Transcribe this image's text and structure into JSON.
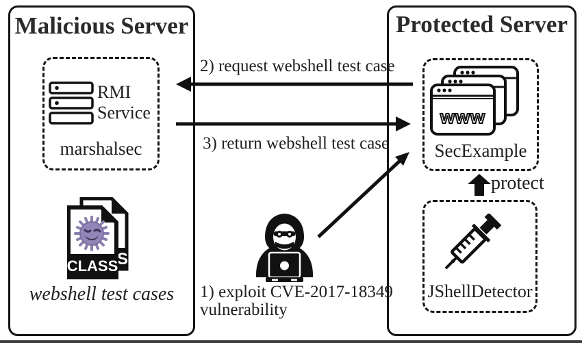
{
  "malicious_server": {
    "title": "Malicious Server",
    "rmi_component": {
      "icon": "server-stack-icon",
      "label": "RMI\nService",
      "name": "marshalsec"
    },
    "payloads": {
      "icon": "virus-class-file-icon",
      "file_label": "CLASS",
      "back_file_label": "S",
      "caption": "webshell test cases"
    }
  },
  "protected_server": {
    "title": "Protected Server",
    "web_app": {
      "icon": "browser-windows-icon",
      "window_text": "www",
      "name": "SecExample"
    },
    "protect_label": "protect",
    "detector": {
      "icon": "syringe-icon",
      "name": "JShellDetector"
    }
  },
  "interactions": {
    "step1": {
      "icon": "hacker-icon",
      "label": "1) exploit CVE-2017-18349\nvulnerability"
    },
    "step2": {
      "label": "2) request webshell test case"
    },
    "step3": {
      "label": "3) return webshell test case"
    }
  },
  "colors": {
    "line": "#111111",
    "text": "#1f1f1f",
    "virus_body": "#9186b8",
    "virus_detail": "#3f3358",
    "background": "#ffffff",
    "bottom_strip": "#3c3c3c"
  }
}
